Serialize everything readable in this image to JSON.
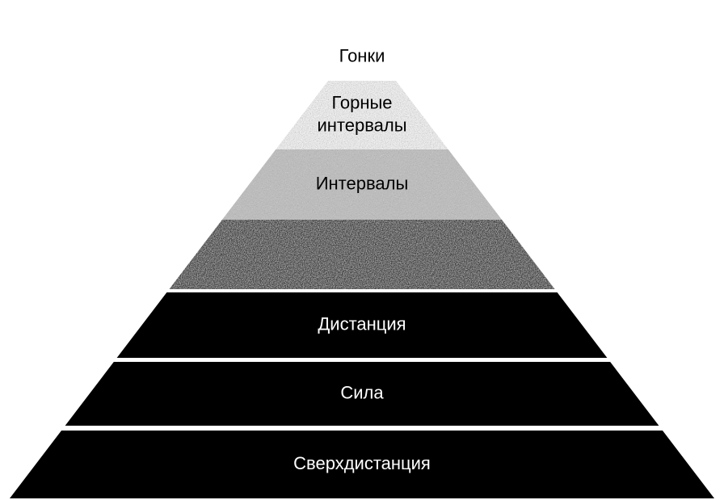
{
  "pyramid": {
    "tiers": [
      {
        "lines": [
          "Гонки"
        ],
        "fill": "#ffffff",
        "text_color": "#000000"
      },
      {
        "lines": [
          "Горные",
          "интервалы"
        ],
        "fill": "#f1f1f1",
        "text_color": "#000000"
      },
      {
        "lines": [
          "Интервалы"
        ],
        "fill": "#bcbcbc",
        "text_color": "#000000"
      },
      {
        "lines": [],
        "fill": "#3a3a3a",
        "text_color": "#000000"
      },
      {
        "lines": [
          "Дистанция"
        ],
        "fill": "#000000",
        "text_color": "#ffffff"
      },
      {
        "lines": [
          "Сила"
        ],
        "fill": "#000000",
        "text_color": "#ffffff"
      },
      {
        "lines": [
          "Сверхдистанция"
        ],
        "fill": "#000000",
        "text_color": "#ffffff"
      }
    ],
    "background": "#ffffff",
    "separator_color": "#ffffff"
  }
}
